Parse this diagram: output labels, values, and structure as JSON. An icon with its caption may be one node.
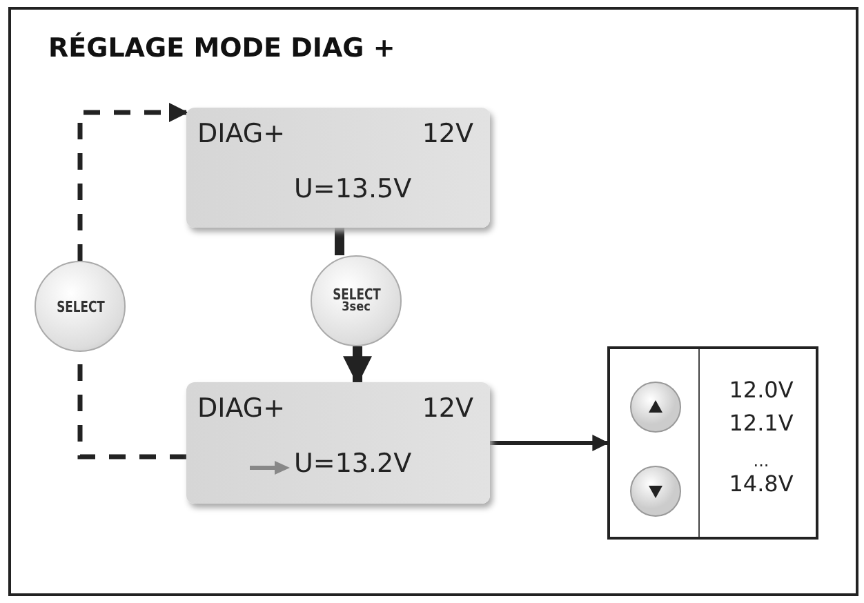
{
  "diagram": {
    "title": "RÉGLAGE MODE DIAG +",
    "nodes": [
      {
        "text": [
          "DIAG+",
          "12V",
          "U=13.5V"
        ]
      },
      {
        "text": [
          "SELECT"
        ]
      },
      {
        "text": [
          "SELECT",
          "3sec"
        ]
      },
      {
        "text": [
          "DIAG+",
          "12V",
          "U=13.2V"
        ]
      },
      {
        "text": [
          "12.0V",
          "12.1V",
          "...",
          "14.8V"
        ]
      }
    ],
    "edges": [
      {
        "from": 3,
        "to": 1,
        "arrow": "none",
        "style": "dashed"
      },
      {
        "from": 1,
        "to": 0,
        "arrow": "to",
        "style": "dashed"
      },
      {
        "from": 0,
        "to": 2,
        "arrow": "none",
        "style": "thick"
      },
      {
        "from": 2,
        "to": 3,
        "arrow": "to",
        "style": "thick"
      },
      {
        "from": 3,
        "to": 4,
        "arrow": "to"
      }
    ]
  }
}
